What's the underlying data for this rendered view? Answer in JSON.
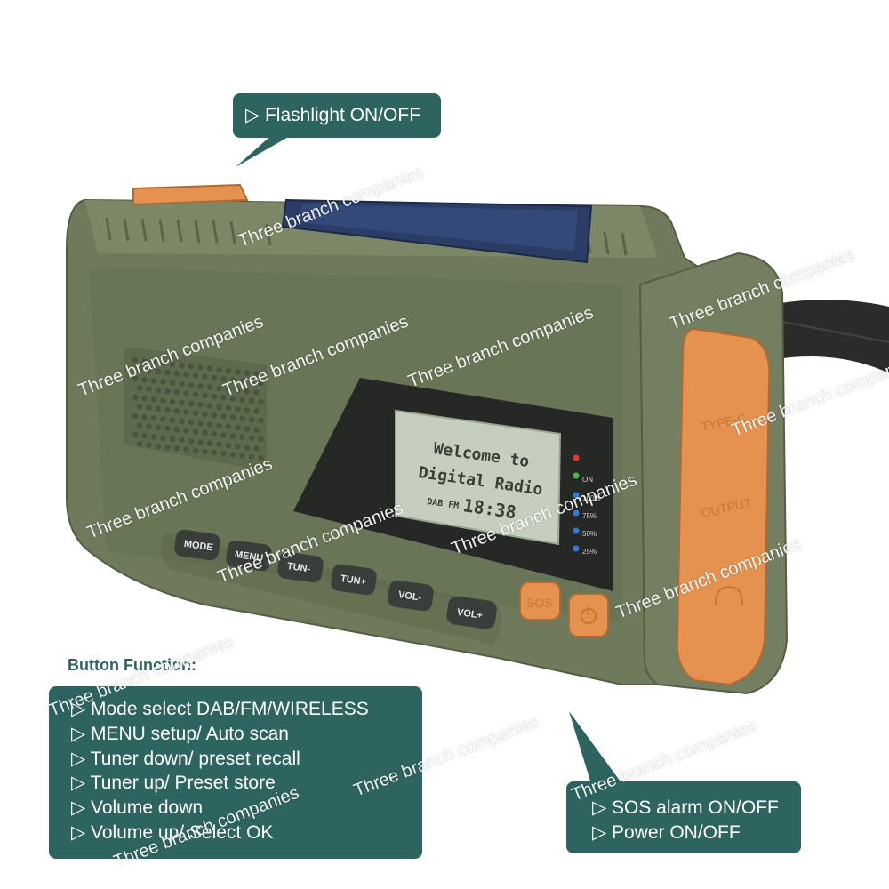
{
  "callouts": {
    "flashlight": "▷ Flashlight  ON/OFF",
    "button_function_heading": "Button Function:",
    "button_functions": [
      "▷ Mode select  DAB/FM/WIRELESS",
      "▷ MENU setup/ Auto scan",
      "▷ Tuner down/ preset recall",
      "▷ Tuner up/ Preset store",
      "▷ Volume down",
      "▷ Volume up/ Select OK"
    ],
    "sos_power": [
      "▷ SOS alarm  ON/OFF",
      "▷ Power  ON/OFF"
    ]
  },
  "radio": {
    "lcd": {
      "line1": "Welcome to",
      "line2": "Digital Radio",
      "band": "DAB FM",
      "time": "18:38"
    },
    "battery_levels": [
      "100%",
      "75%",
      "50%",
      "25%"
    ],
    "indicator_labels": [
      "ON"
    ],
    "buttons": [
      "MODE",
      "MENU",
      "TUN-",
      "TUN+",
      "VOL-",
      "VOL+"
    ],
    "sos_label": "SOS",
    "side_cover_labels": [
      "TYPE-C",
      "OUTPUT"
    ]
  },
  "watermark": "Three branch companies",
  "colors": {
    "callout_bg": "#2d6460",
    "body_green": "#6e7a5b",
    "accent_orange": "#e59250",
    "lcd": "#c6cfbd"
  }
}
